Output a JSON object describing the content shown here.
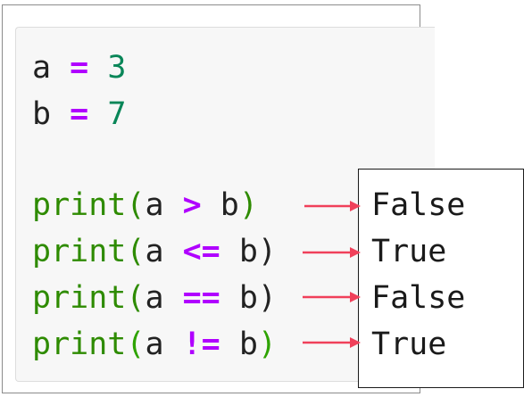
{
  "code": {
    "line1": {
      "var": "a",
      "op": "=",
      "num": "3"
    },
    "line2": {
      "var": "b",
      "op": "=",
      "num": "7"
    },
    "prints": [
      {
        "fn": "print",
        "open": "(",
        "left": "a",
        "op": ">",
        "right": "b",
        "close": ")"
      },
      {
        "fn": "print",
        "open": "(",
        "left": "a",
        "op": "<=",
        "right": "b",
        "close": ")"
      },
      {
        "fn": "print",
        "open": "(",
        "left": "a",
        "op": "==",
        "right": "b",
        "close": ")"
      },
      {
        "fn": "print",
        "open": "(",
        "left": "a",
        "op": "!=",
        "right": "b",
        "close": ")"
      }
    ]
  },
  "output": [
    "False",
    "True",
    "False",
    "True"
  ],
  "colors": {
    "arrow": "#f0405a",
    "operator": "#b000ff",
    "number": "#098658",
    "function": "#2e8b00"
  },
  "icons": {
    "arrow": "arrow-right-icon"
  }
}
